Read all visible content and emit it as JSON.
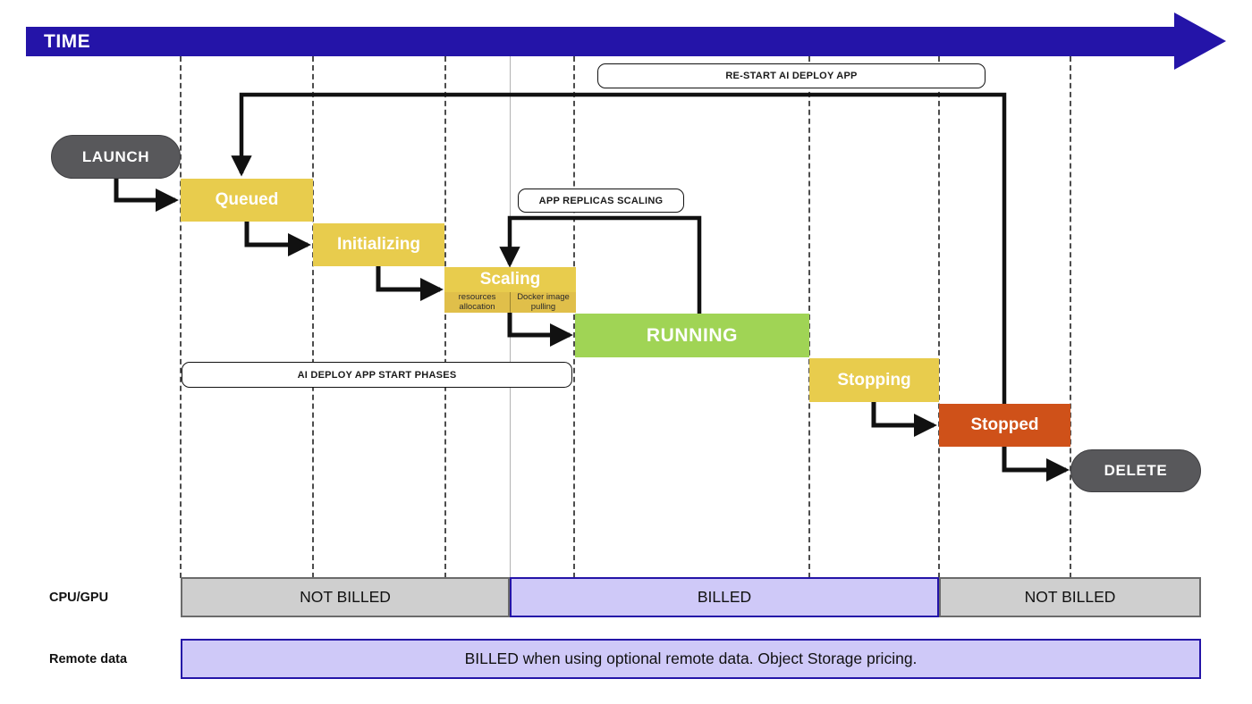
{
  "header": {
    "time_label": "TIME",
    "arrow_color": "#2414A8"
  },
  "colors": {
    "yellow": "#E8CC4D",
    "yellow_sub": "#E0BF4A",
    "green": "#A0D455",
    "orange": "#CF5119",
    "pill_grey": "#58585B",
    "billed_blue": "#CFC9F8",
    "billed_blue_border": "#2414A8",
    "not_billed_grey": "#CFCFCF",
    "not_billed_grey_border": "#6B6B6B"
  },
  "terminals": {
    "launch": "LAUNCH",
    "delete": "DELETE"
  },
  "states": [
    {
      "id": "queued",
      "label": "Queued"
    },
    {
      "id": "initializing",
      "label": "Initializing"
    },
    {
      "id": "scaling",
      "label": "Scaling"
    },
    {
      "id": "running",
      "label": "RUNNING"
    },
    {
      "id": "stopping",
      "label": "Stopping"
    },
    {
      "id": "stopped",
      "label": "Stopped"
    }
  ],
  "scaling_substeps": [
    {
      "line1": "resources",
      "line2": "allocation"
    },
    {
      "line1": "Docker image",
      "line2": "pulling"
    }
  ],
  "callouts": {
    "restart": "RE-START AI DEPLOY APP",
    "replicas": "APP REPLICAS SCALING",
    "start_phases": "AI DEPLOY APP START PHASES"
  },
  "billing": {
    "rows": [
      {
        "label": "CPU/GPU",
        "segments": [
          {
            "text": "NOT BILLED",
            "kind": "grey"
          },
          {
            "text": "BILLED",
            "kind": "blue"
          },
          {
            "text": "NOT BILLED",
            "kind": "grey"
          }
        ]
      },
      {
        "label": "Remote data",
        "segments": [
          {
            "text": "BILLED when using optional remote data. Object Storage pricing.",
            "kind": "blue"
          }
        ]
      }
    ]
  }
}
